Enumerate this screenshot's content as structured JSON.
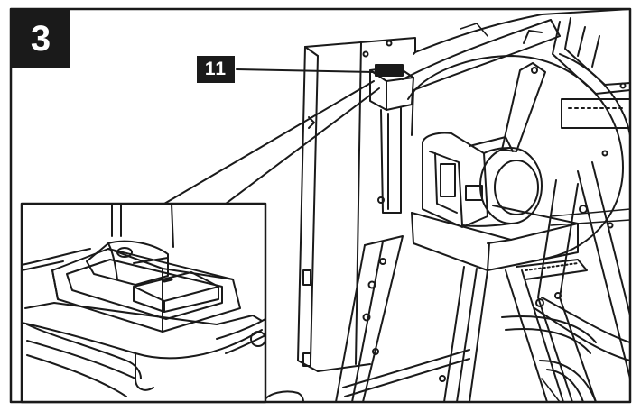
{
  "step": {
    "number": "3"
  },
  "callout": {
    "label": "11"
  },
  "colors": {
    "ink": "#1a1a1a",
    "paper": "#ffffff",
    "badge": "#1a1a1a"
  },
  "icons": [
    "machine-drawing",
    "switch-zoom-inset",
    "motor-icon"
  ]
}
